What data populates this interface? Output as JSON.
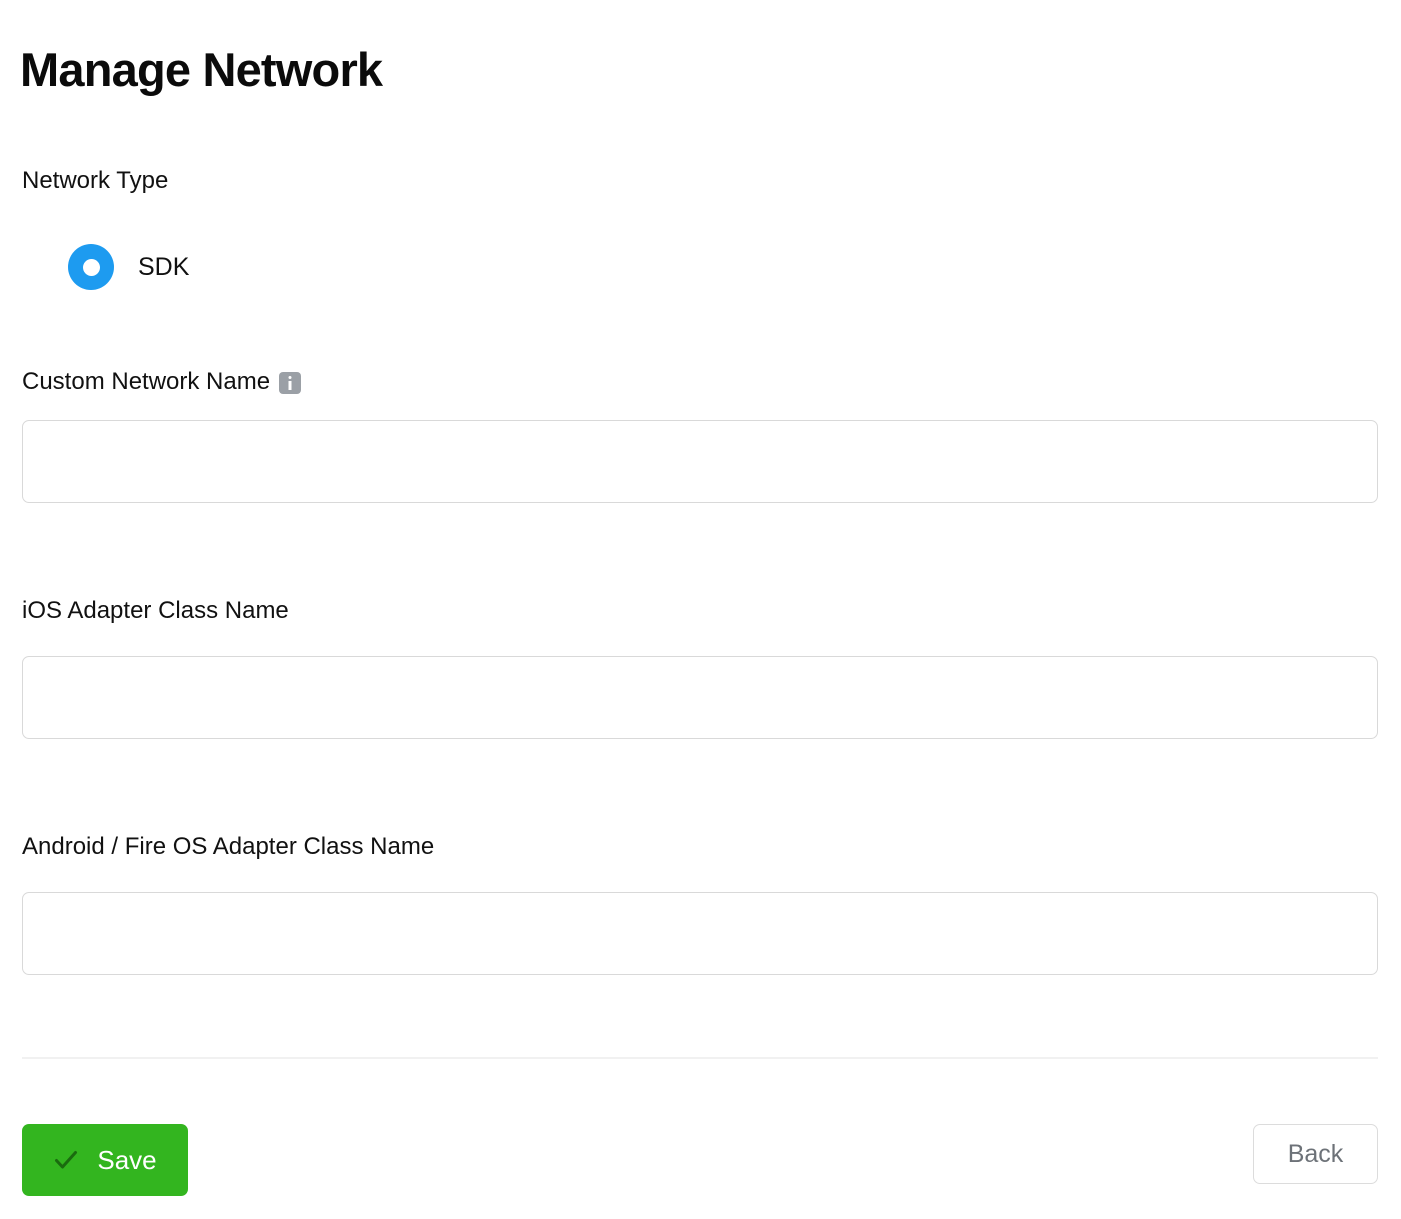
{
  "page": {
    "title": "Manage Network"
  },
  "form": {
    "network_type": {
      "label": "Network Type",
      "options": [
        {
          "value": "sdk",
          "label": "SDK",
          "selected": true
        }
      ],
      "selected_color": "#1d9bf0"
    },
    "fields": [
      {
        "key": "custom_network_name",
        "label": "Custom Network Name",
        "has_info_icon": true,
        "info_icon_name": "info-icon",
        "value": "",
        "placeholder": ""
      },
      {
        "key": "ios_adapter_class_name",
        "label": "iOS Adapter Class Name",
        "has_info_icon": false,
        "value": "",
        "placeholder": ""
      },
      {
        "key": "android_fire_os_adapter_class_name",
        "label": "Android / Fire OS Adapter Class Name",
        "has_info_icon": false,
        "value": "",
        "placeholder": ""
      }
    ]
  },
  "footer": {
    "save_label": "Save",
    "save_icon": "check-icon",
    "save_color": "#33b51f",
    "save_check_color": "#1a6b0f",
    "back_label": "Back",
    "back_text_color": "#6d7278"
  }
}
